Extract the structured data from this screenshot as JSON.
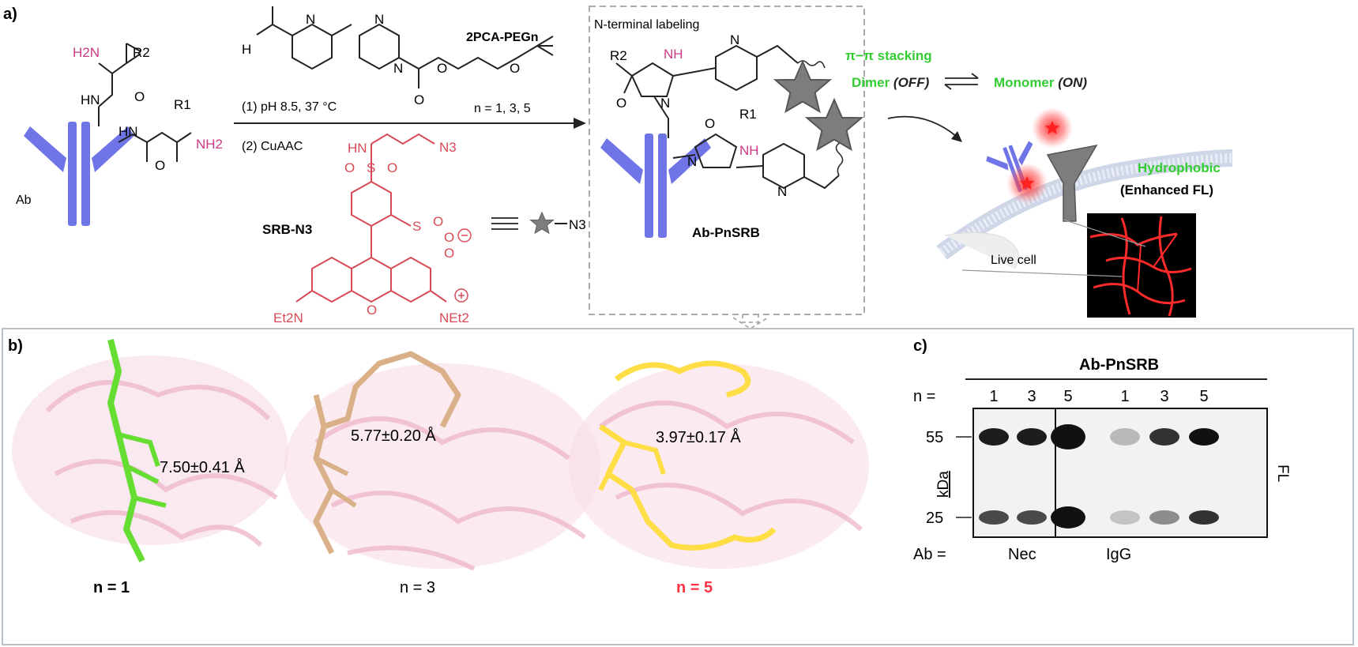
{
  "panels": {
    "a": {
      "label": "a)",
      "ab_label": "Ab",
      "r2": "R2",
      "r1": "R1",
      "h2n": "H2N",
      "nh2": "NH2",
      "hn": "HN",
      "h": "H",
      "o": "O",
      "n": "N",
      "reagent_name": "2PCA-PEGn",
      "reagent_n": "n = 1, 3, 5",
      "step1": "(1) pH 8.5, 37 °C",
      "step2": "(2) CuAAC",
      "dye_name": "SRB-N3",
      "dye_n3": "N3",
      "dye_et2n": "Et2N",
      "dye_net2": "NEt2",
      "dye_so2": "S",
      "equiv_n3": "N3",
      "box_title": "N-terminal labeling",
      "product_name": "Ab-PnSRB",
      "nh": "NH",
      "stacking": "π−π stacking",
      "dimer": "Dimer",
      "off": "(OFF)",
      "monomer": "Monomer",
      "on": "(ON)",
      "hydrophobic": "Hydrophobic",
      "enhanced": "(Enhanced FL)",
      "live_cell": "Live cell"
    },
    "b": {
      "label": "b)",
      "models": [
        {
          "n_label": "n = 1",
          "distance": "7.50±0.41 Å"
        },
        {
          "n_label": "n = 3",
          "distance": "5.77±0.20 Å"
        },
        {
          "n_label": "n = 5",
          "distance": "3.97±0.17 Å"
        }
      ]
    },
    "c": {
      "label": "c)",
      "title": "Ab-PnSRB",
      "n_prefix": "n =",
      "lanes": [
        "1",
        "3",
        "5",
        "1",
        "3",
        "5"
      ],
      "mw_55": "55",
      "mw_25": "25",
      "kda": "kDa",
      "fl": "FL",
      "ab_prefix": "Ab =",
      "group1": "Nec",
      "group2": "IgG"
    }
  },
  "colors": {
    "antibody": "#6f74e6",
    "amine": "#cc3a86",
    "dye": "#d84a55",
    "green_text": "#33cc33",
    "highlight_red": "#ff3344",
    "star": "#7d7d7d",
    "box": "#aaaaaa"
  }
}
